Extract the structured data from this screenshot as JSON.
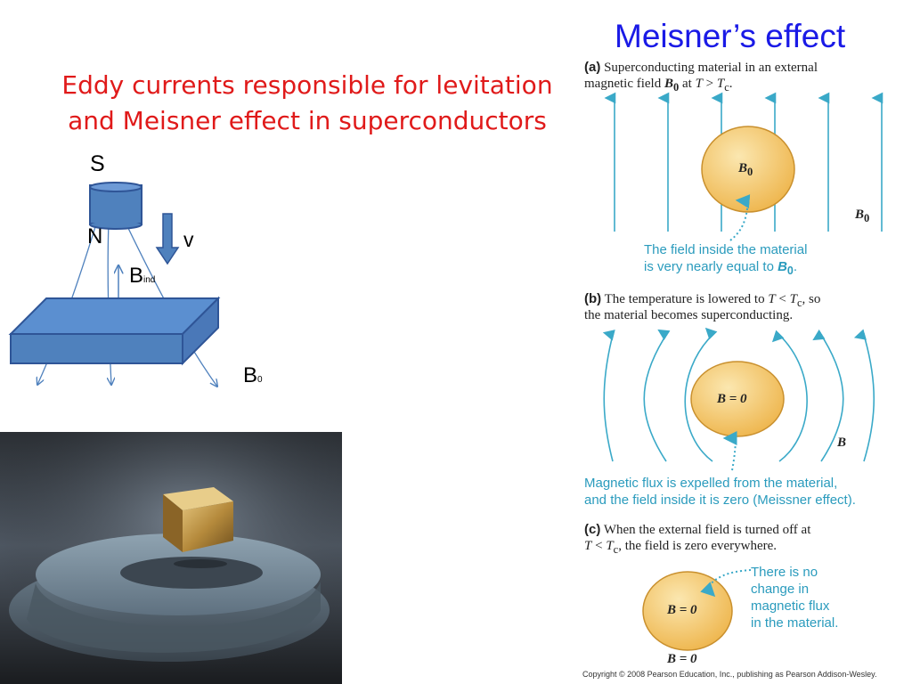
{
  "slide": {
    "title": "Meisner’s effect",
    "subtitle_line1": "Eddy currents responsible for levitation",
    "subtitle_line2": "and Meisner effect in superconductors"
  },
  "magnet_diagram": {
    "label_s": "S",
    "label_n": "N",
    "label_v": "v",
    "label_bind_main": "B",
    "label_bind_sub": "ind",
    "label_b0_main": "B",
    "label_b0_sub": "0"
  },
  "photo": {
    "description_icon": "levitating-magnet-photo"
  },
  "figure": {
    "a": {
      "tag": "(a)",
      "line1": "Superconducting material in an external",
      "line2_a": "magnetic field ",
      "line2_b": " at ",
      "line2_c": " > ",
      "sphere_label": "B",
      "sphere_sub": "0",
      "side_label": "B",
      "side_sub": "0",
      "callout1": "The field inside the material",
      "callout2_a": "is very nearly equal to ",
      "callout2_b": "B",
      "callout2_sub": "0",
      "line2_b0": "B",
      "line2_b0sub": "0",
      "line2_T": "T",
      "line2_Tc": "T",
      "line2_Tc_sub": "c"
    },
    "b": {
      "tag": "(b)",
      "line1_a": "The temperature is lowered to ",
      "line1_T": "T",
      "line1_lt": " < ",
      "line1_Tc": "T",
      "line1_Tc_sub": "c",
      "line1_b": ", so",
      "line2": "the material becomes superconducting.",
      "sphere_label": "B = 0",
      "side_label": "B",
      "callout1": "Magnetic flux is expelled from the material,",
      "callout2": "and the field inside it is zero (Meissner effect)."
    },
    "c": {
      "tag": "(c)",
      "line1": "When the external field is turned off at",
      "line2_T": "T",
      "line2_lt": " < ",
      "line2_Tc": "T",
      "line2_Tc_sub": "c",
      "line2_b": ",  the field is zero everywhere.",
      "sphere_label": "B = 0",
      "below_label": "B = 0",
      "callout1": "There is no",
      "callout2": "change in",
      "callout3": "magnetic flux",
      "callout4": "in the material."
    },
    "copyright": "Copyright © 2008 Pearson Education, Inc., publishing as Pearson Addison-Wesley."
  },
  "colors": {
    "title": "#1a1ae6",
    "subtitle": "#e01a1a",
    "magnet": "#4f81bd",
    "field_lines": "#3aa9c8",
    "sphere": "#f5c45c",
    "callout": "#2a9bbd"
  }
}
